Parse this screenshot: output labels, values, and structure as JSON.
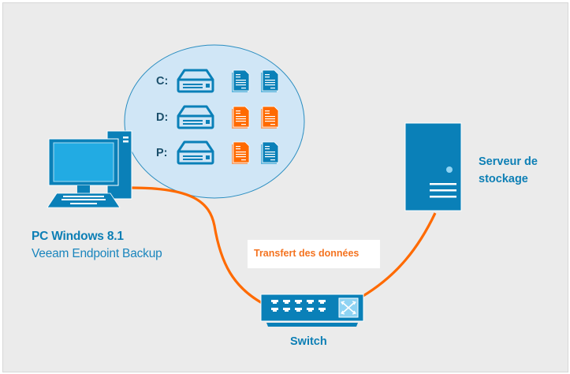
{
  "diagram": {
    "computer": {
      "title": "PC Windows 8.1",
      "subtitle": "Veeam Endpoint Backup",
      "icon": "desktop-computer-icon"
    },
    "drives": [
      {
        "letter": "C:",
        "files": [
          "blue",
          "blue"
        ]
      },
      {
        "letter": "D:",
        "files": [
          "orange",
          "orange"
        ]
      },
      {
        "letter": "P:",
        "files": [
          "orange",
          "blue"
        ]
      }
    ],
    "storage_server": {
      "label_line1": "Serveur de",
      "label_line2": "stockage",
      "icon": "server-tower-icon"
    },
    "switch": {
      "label": "Switch",
      "icon": "network-switch-icon"
    },
    "connection_label": "Transfert des données",
    "colors": {
      "background": "#ebebeb",
      "primary_blue": "#0a80b8",
      "screen_blue": "#22abe3",
      "bubble_fill": "#d0e6f6",
      "bubble_stroke": "#2a8dc0",
      "cable_orange": "#ff6a00",
      "file_blue": "#0a80b8",
      "file_orange": "#ff6a00",
      "text_blue": "#0d7fb5",
      "transfer_text": "#f47320"
    }
  }
}
